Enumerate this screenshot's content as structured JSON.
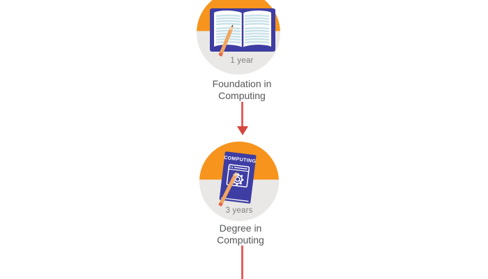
{
  "diagram": {
    "type": "vertical-flowchart",
    "background": "#FFFFFF",
    "colors": {
      "circle_top_half": "#F7941D",
      "circle_bottom_half": "#E9E8E6",
      "book_indigo": "#3E3DA3",
      "page_line_blue": "#C9E2EA",
      "pencil_orange": "#F1A55F",
      "pencil_wood": "#F5CD9E",
      "pencil_lead": "#4C4A52",
      "pencil_cap": "#E2674D",
      "arrow_line": "#E0605A",
      "arrow_head": "#D5463E",
      "duration_text": "#7E7E81",
      "title_text": "#555659"
    }
  },
  "nodes": [
    {
      "icon": "open-book-icon",
      "duration": "1 year",
      "title_line1": "Foundation in",
      "title_line2": "Computing"
    },
    {
      "icon": "computing-book-icon",
      "book_label": "COMPUTING",
      "duration": "3 years",
      "title_line1": "Degree in",
      "title_line2": "Computing"
    }
  ]
}
